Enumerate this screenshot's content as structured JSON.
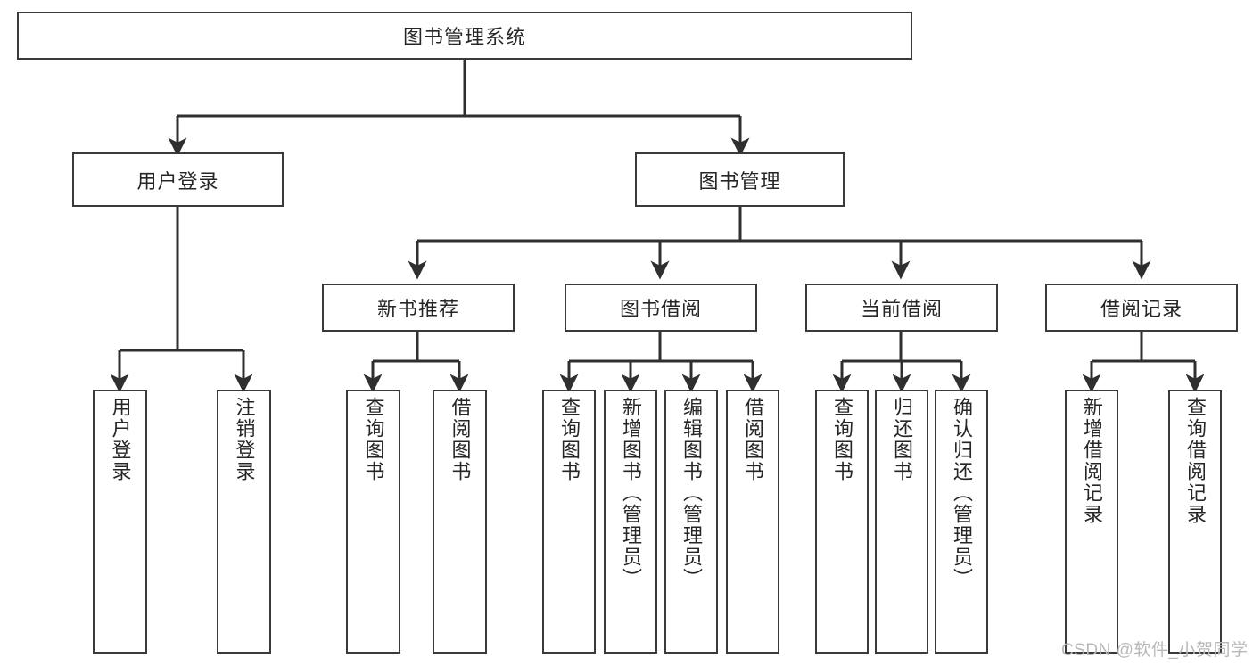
{
  "diagram": {
    "title": "图书管理系统",
    "type": "hierarchy-tree",
    "levels": 3,
    "colors": {
      "box_border": "#3a3a3a",
      "box_fill": "#ffffff",
      "connector": "#2f2f2f",
      "text": "#262626",
      "watermark": "#b9b9b9",
      "background": "#ffffff"
    }
  },
  "root": {
    "label": "图书管理系统"
  },
  "level2": [
    {
      "id": "user-login",
      "label": "用户登录"
    },
    {
      "id": "book-manage",
      "label": "图书管理"
    }
  ],
  "level3": [
    {
      "id": "new-book-recommend",
      "label": "新书推荐",
      "parent": "book-manage"
    },
    {
      "id": "book-borrow",
      "label": "图书借阅",
      "parent": "book-manage"
    },
    {
      "id": "current-borrow",
      "label": "当前借阅",
      "parent": "book-manage"
    },
    {
      "id": "borrow-record",
      "label": "借阅记录",
      "parent": "book-manage"
    }
  ],
  "leaves": {
    "user-login": [
      {
        "id": "leaf-user-login",
        "label": "用户登录"
      },
      {
        "id": "leaf-logout-login",
        "label": "注销登录"
      }
    ],
    "new-book-recommend": [
      {
        "id": "leaf-query-book-1",
        "label": "查询图书"
      },
      {
        "id": "leaf-borrow-book-1",
        "label": "借阅图书"
      }
    ],
    "book-borrow": [
      {
        "id": "leaf-query-book-2",
        "label": "查询图书"
      },
      {
        "id": "leaf-add-book",
        "label": "新增图书（管理员）"
      },
      {
        "id": "leaf-edit-book",
        "label": "编辑图书（管理员）"
      },
      {
        "id": "leaf-borrow-book-2",
        "label": "借阅图书"
      }
    ],
    "current-borrow": [
      {
        "id": "leaf-query-book-3",
        "label": "查询图书"
      },
      {
        "id": "leaf-return-book",
        "label": "归还图书"
      },
      {
        "id": "leaf-confirm-return",
        "label": "确认归还（管理员）"
      }
    ],
    "borrow-record": [
      {
        "id": "leaf-add-record",
        "label": "新增借阅记录"
      },
      {
        "id": "leaf-query-record",
        "label": "查询借阅记录"
      }
    ]
  },
  "watermark": {
    "text": "CSDN @软件_小贺同学"
  }
}
